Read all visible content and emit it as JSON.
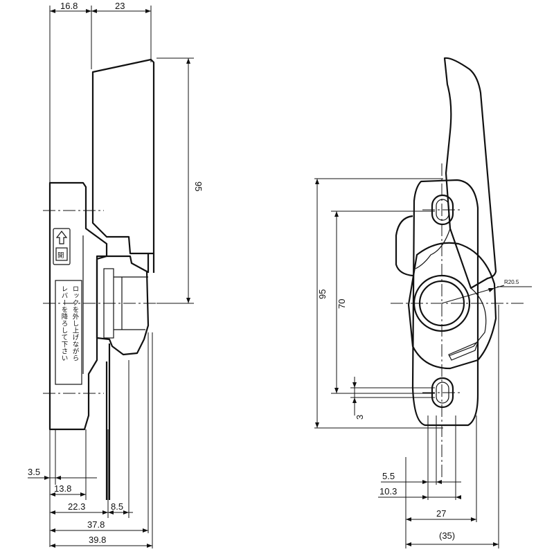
{
  "side_view": {
    "dims": {
      "top_left": "16.8",
      "top_right": "23",
      "height": "95",
      "d3_5": "3.5",
      "d13_8": "13.8",
      "d22_3": "22.3",
      "d8_5": "8.5",
      "d37_8": "37.8",
      "d39_8": "39.8"
    },
    "label_open": "開",
    "warning_col1": "ロックを外し上げながら",
    "warning_col2": "レバーを降ろして下さい"
  },
  "front_view": {
    "dims": {
      "height": "95",
      "pitch": "70",
      "offset": "3",
      "d5_5": "5.5",
      "d10_3": "10.3",
      "d27": "27",
      "d35": "(35)",
      "radius": "R20.5"
    }
  }
}
